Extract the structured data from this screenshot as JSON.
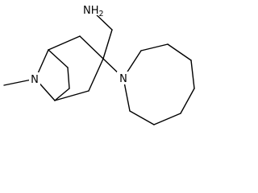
{
  "molecule": {
    "atoms": {
      "amine": {
        "element": "N",
        "hydrogens": "H",
        "count": "2"
      },
      "bridge_n": {
        "element": "N"
      },
      "azocane_n": {
        "element": "N"
      }
    }
  },
  "colors": {
    "ink": "#000000",
    "background": "#ffffff"
  }
}
